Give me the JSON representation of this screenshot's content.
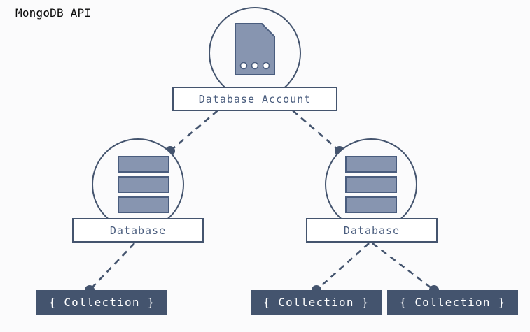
{
  "title": "MongoDB API",
  "colors": {
    "background": "#fbfbfc",
    "stroke": "#44546e",
    "glyph_fill": "#8795b0",
    "glyph_stroke": "#4a5d7e",
    "light_label_text": "#4a5d7e",
    "dark_label_fill": "#44546e",
    "dark_label_text": "#ffffff",
    "title_text": "#0a0a0a"
  },
  "nodes": {
    "account": {
      "label": "Database Account",
      "icon": "document-icon"
    },
    "database_left": {
      "label": "Database",
      "icon": "database-stack-icon"
    },
    "database_right": {
      "label": "Database",
      "icon": "database-stack-icon"
    },
    "collection_1": {
      "label": "{ Collection }"
    },
    "collection_2": {
      "label": "{ Collection }"
    },
    "collection_3": {
      "label": "{ Collection }"
    }
  }
}
